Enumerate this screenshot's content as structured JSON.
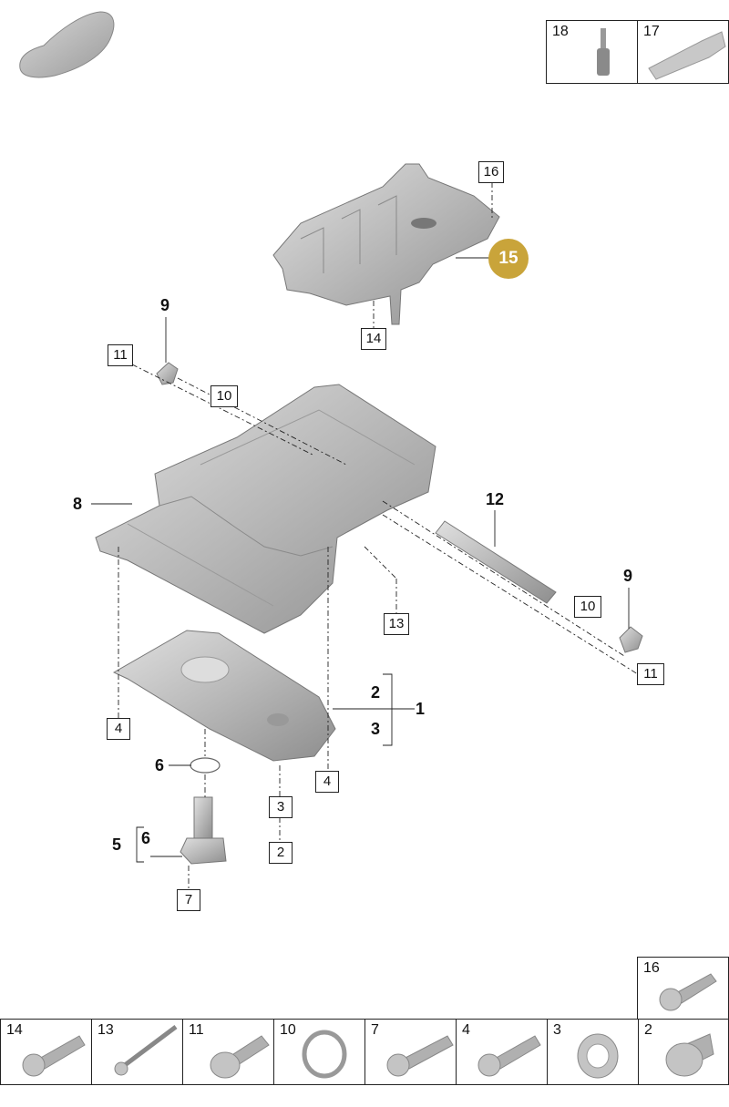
{
  "diagram": {
    "highlight_callout": "15",
    "callouts": {
      "c16_top": "16",
      "c14_mid": "14",
      "c9_left": "9",
      "c11_left": "11",
      "c10_left": "10",
      "c8": "8",
      "c12": "12",
      "c9_right": "9",
      "c10_right": "10",
      "c11_right": "11",
      "c13": "13",
      "c4_left": "4",
      "c2": "2",
      "c1": "1",
      "c3": "3",
      "c4_right": "4",
      "c6_ring": "6",
      "c3_box": "3",
      "c2_box": "2",
      "c5": "5",
      "c6_bracket": "6",
      "c7": "7"
    }
  },
  "top_right_parts": [
    {
      "number": "18",
      "icon": "sealant-bottle-icon"
    },
    {
      "number": "17",
      "icon": "tube-icon"
    }
  ],
  "bottom_parts_upper": [
    {
      "number": "16",
      "icon": "bolt-icon"
    }
  ],
  "bottom_parts": [
    {
      "number": "14",
      "icon": "bolt-icon"
    },
    {
      "number": "13",
      "icon": "long-bolt-icon"
    },
    {
      "number": "11",
      "icon": "flange-bolt-icon"
    },
    {
      "number": "10",
      "icon": "o-ring-icon"
    },
    {
      "number": "7",
      "icon": "bolt-icon"
    },
    {
      "number": "4",
      "icon": "bolt-icon"
    },
    {
      "number": "3",
      "icon": "washer-icon"
    },
    {
      "number": "2",
      "icon": "drain-plug-icon"
    }
  ]
}
